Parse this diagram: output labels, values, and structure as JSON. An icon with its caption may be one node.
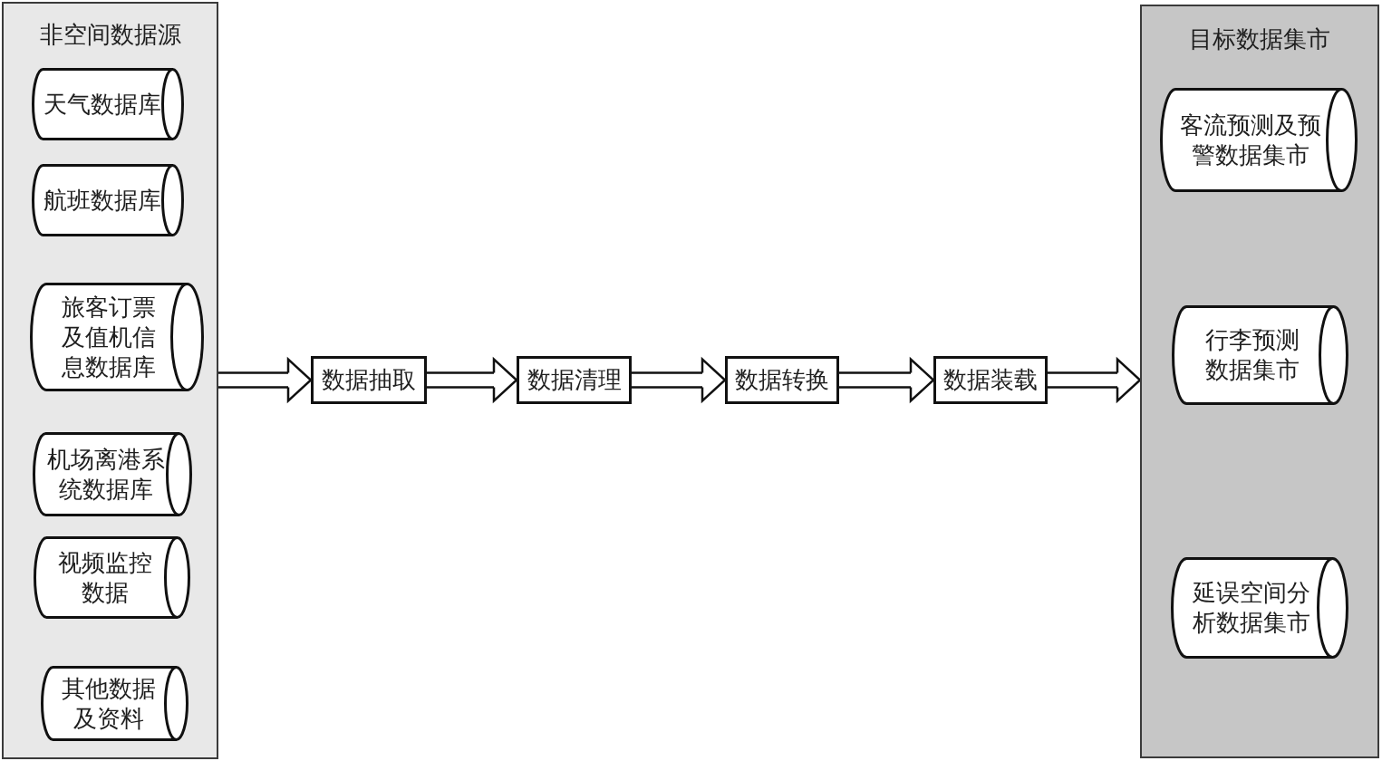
{
  "diagram": {
    "nodes": [
      {
        "text": [
          "非空间数据源"
        ]
      },
      {
        "text": [
          "天气数据库"
        ],
        "in": 0
      },
      {
        "text": [
          "航班数据库"
        ],
        "in": 0
      },
      {
        "text": [
          "旅客订票及值机信息数据库"
        ],
        "in": 0
      },
      {
        "text": [
          "机场离港系统数据库"
        ],
        "in": 0
      },
      {
        "text": [
          "视频监控数据"
        ],
        "in": 0
      },
      {
        "text": [
          "其他数据及资料"
        ],
        "in": 0
      },
      {
        "text": [
          "数据抽取"
        ]
      },
      {
        "text": [
          "数据清理"
        ]
      },
      {
        "text": [
          "数据转换"
        ]
      },
      {
        "text": [
          "数据装载"
        ]
      },
      {
        "text": [
          "目标数据集市"
        ]
      },
      {
        "text": [
          "客流预测及预警数据集市"
        ],
        "in": 11
      },
      {
        "text": [
          "行李预测数据集市"
        ],
        "in": 11
      },
      {
        "text": [
          "延误空间分析数据集市"
        ],
        "in": 11
      }
    ],
    "edges": [
      {
        "from": 0,
        "to": 7,
        "arrow": "to"
      },
      {
        "from": 7,
        "to": 8,
        "arrow": "to"
      },
      {
        "from": 8,
        "to": 9,
        "arrow": "to"
      },
      {
        "from": 9,
        "to": 10,
        "arrow": "to"
      },
      {
        "from": 10,
        "to": 11,
        "arrow": "to"
      }
    ]
  }
}
